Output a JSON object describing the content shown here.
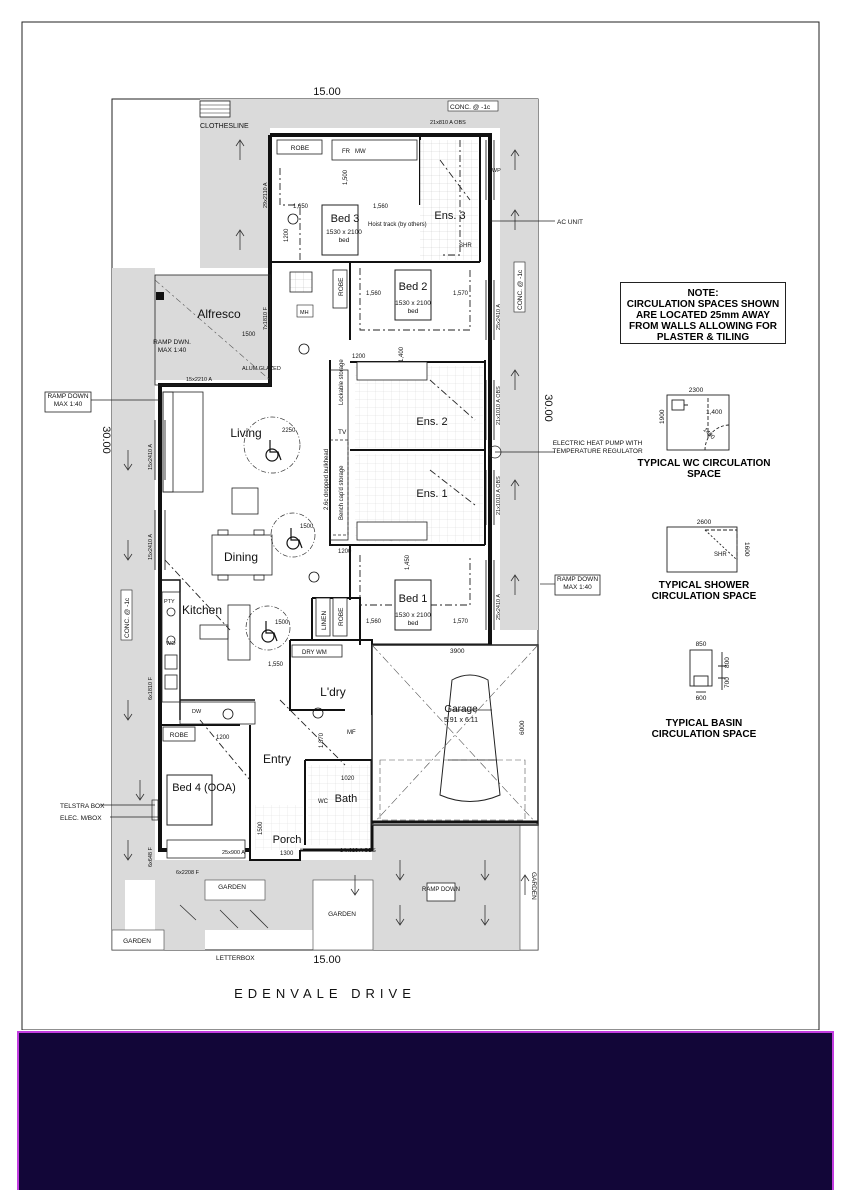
{
  "colors": {
    "ink": "#111111",
    "hatch": "#d9d9d9",
    "band": "#120638",
    "band_border": "#c23de0"
  },
  "site": {
    "frontage_top": "15.00",
    "frontage_bottom": "15.00",
    "depth_right": "30.00",
    "depth_left": "30.00",
    "street": "EDENVALE DRIVE",
    "letterbox": "LETTERBOX",
    "clothesline": "CLOTHESLINE",
    "conc_top": "CONC. @ -1c",
    "conc_right": "CONC. @ -1c",
    "conc_left": "CONC. @ -1c"
  },
  "rooms": {
    "bed3": "Bed 3",
    "bed3_size": "1530 x 2100",
    "bed3_bed": "bed",
    "ens3": "Ens. 3",
    "bed2": "Bed 2",
    "bed2_size": "1530 x 2100",
    "bed2_bed": "bed",
    "alfresco": "Alfresco",
    "living": "Living",
    "ens2": "Ens. 2",
    "ens1": "Ens. 1",
    "dining": "Dining",
    "bed1": "Bed 1",
    "bed1_size": "1530 x 2100",
    "bed1_bed": "bed",
    "kitchen": "Kitchen",
    "laundry": "L'dry",
    "garage": "Garage",
    "garage_size": "5.91 x 6.11",
    "entry": "Entry",
    "bed4": "Bed 4 (OOA)",
    "bath": "Bath",
    "porch": "Porch",
    "garden_a": "GARDEN",
    "garden_b": "GARDEN",
    "garden_c": "GARDEN",
    "garden_d": "GARDEN"
  },
  "fixtures": {
    "robe": "ROBE",
    "robe2": "ROBE",
    "robe3": "ROBE",
    "robe4": "ROBE",
    "fr": "FR",
    "mw": "MW",
    "linen": "LINEN",
    "dry_wm": "DRY  WM",
    "hoist": "Hoist track (by others)",
    "lockable": "Lockable storage",
    "bench": "Bench cap'd storage",
    "tv": "TV",
    "bulkhead": "2.6c dropped bulkhead",
    "mh": "MH",
    "shr": "SHR",
    "wc": "WC",
    "pty": "PTY",
    "wo": "WO",
    "dw": "DW",
    "mf": "MF"
  },
  "dims": {
    "d1500a": "1,500",
    "d1650": "1,650",
    "d1560a": "1,560",
    "d1560b": "1,560",
    "d1570a": "1,570",
    "d1560c": "1,560",
    "d1570b": "1,570",
    "d1450": "1,450",
    "d1400": "1,400",
    "d1550": "1,550",
    "d1200a": "1200",
    "d1200b": "1200",
    "d1200c": "1200",
    "d1200d": "1200",
    "d1870": "1,870",
    "d1020": "1020",
    "d2250": "2250",
    "d1500b": "1500",
    "d1500c": "1500",
    "d1500d": "1500",
    "d1300": "1300",
    "d1500e": "1500",
    "d3900": "3900",
    "d6000": "6000",
    "w21x810": "21x810 A OBS",
    "w29x2110": "29x2110 A",
    "w7x1810": "7x1810 F",
    "w15x2210": "15x2210 A",
    "w15x2410a": "15x2410 A",
    "w15x2410b": "15x2410 A",
    "w25x2410a": "25x2410 A",
    "w21x1010a": "21x1010 A OBS",
    "w21x1010b": "21x1010 A OBS",
    "w25x2410b": "25x2410 A",
    "w6x1810": "6x1810 F",
    "w6x648": "6x648 F",
    "w6x2208": "6x2208 F",
    "w25x900": "25x900 A",
    "w14x610": "14x610 A OBS",
    "alum": "ALUM GLAZED",
    "rwp": "RWP"
  },
  "callouts": {
    "ac": "AC UNIT",
    "heatpump": "ELECTRIC HEAT PUMP WITH TEMPERATURE REGULATOR",
    "ramp_down_left": "RAMP DOWN MAX 1:40",
    "ramp_down_right": "RAMP DOWN MAX 1:40",
    "ramp_dwn_alfresco": "RAMP DWN. MAX 1:40",
    "ramp_down_drive": "RAMP DOWN",
    "telstra": "TELSTRA BOX",
    "elec": "ELEC. M/BOX"
  },
  "note": {
    "title": "NOTE:",
    "text": "CIRCULATION SPACES SHOWN ARE LOCATED 25mm AWAY FROM WALLS ALLOWING FOR PLASTER & TILING"
  },
  "typicals": {
    "wc_label": "TYPICAL WC CIRCULATION SPACE",
    "wc_w": "2300",
    "wc_h": "1900",
    "wc_r": "1,400",
    "wc_d": "1400",
    "shower_label": "TYPICAL SHOWER CIRCULATION SPACE",
    "shower_w": "2600",
    "shower_h": "1600",
    "shower_shr": "SHR",
    "basin_label": "TYPICAL BASIN CIRCULATION SPACE",
    "basin_w": "850",
    "basin_a": "800",
    "basin_b": "700",
    "basin_c": "600"
  }
}
